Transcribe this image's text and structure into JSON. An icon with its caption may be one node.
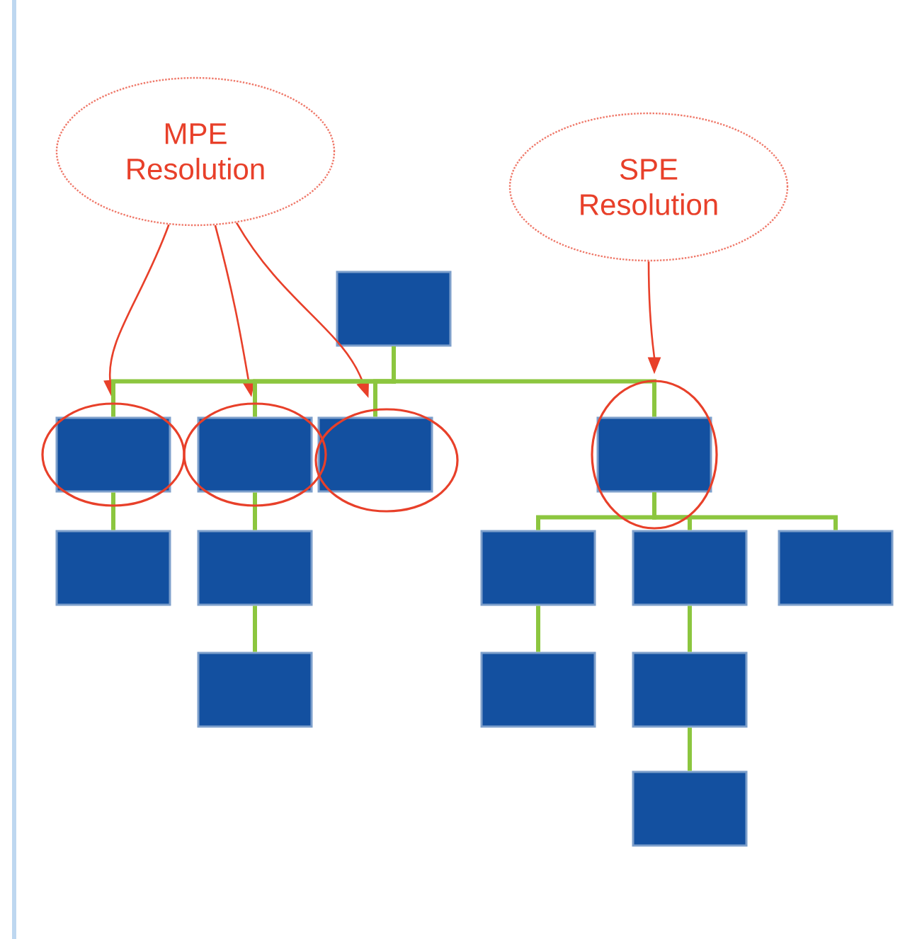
{
  "diagram": {
    "nodes": [
      {
        "text": [
          "MPE Resolution"
        ]
      },
      {
        "text": [
          "SPE Resolution"
        ]
      },
      {
        "text": [],
        "shape": "box"
      },
      {
        "text": [],
        "shape": "box"
      },
      {
        "text": [],
        "shape": "box"
      },
      {
        "text": [],
        "shape": "box"
      },
      {
        "text": [],
        "shape": "box"
      },
      {
        "text": [],
        "shape": "box"
      },
      {
        "text": [],
        "shape": "box"
      },
      {
        "text": [],
        "shape": "box"
      },
      {
        "text": [],
        "shape": "box"
      },
      {
        "text": [],
        "shape": "box"
      },
      {
        "text": [],
        "shape": "box"
      },
      {
        "text": [],
        "shape": "box"
      },
      {
        "text": [],
        "shape": "box"
      },
      {
        "text": [],
        "shape": "box"
      }
    ],
    "edges": [
      {
        "from": 0,
        "to": 3,
        "arrow": "to",
        "color": "#e8402a"
      },
      {
        "from": 0,
        "to": 4,
        "arrow": "to",
        "color": "#e8402a"
      },
      {
        "from": 0,
        "to": 5,
        "arrow": "to",
        "color": "#e8402a"
      },
      {
        "from": 1,
        "to": 6,
        "arrow": "to",
        "color": "#e8402a"
      },
      {
        "from": 2,
        "to": 3,
        "arrow": "none"
      },
      {
        "from": 2,
        "to": 4,
        "arrow": "none"
      },
      {
        "from": 2,
        "to": 5,
        "arrow": "none"
      },
      {
        "from": 2,
        "to": 6,
        "arrow": "none"
      },
      {
        "from": 3,
        "to": 7,
        "arrow": "none"
      },
      {
        "from": 4,
        "to": 8,
        "arrow": "none"
      },
      {
        "from": 8,
        "to": 12,
        "arrow": "none"
      },
      {
        "from": 6,
        "to": 9,
        "arrow": "none"
      },
      {
        "from": 6,
        "to": 10,
        "arrow": "none"
      },
      {
        "from": 6,
        "to": 11,
        "arrow": "none"
      },
      {
        "from": 9,
        "to": 13,
        "arrow": "none"
      },
      {
        "from": 10,
        "to": 14,
        "arrow": "none"
      },
      {
        "from": 14,
        "to": 15,
        "arrow": "none"
      }
    ]
  }
}
